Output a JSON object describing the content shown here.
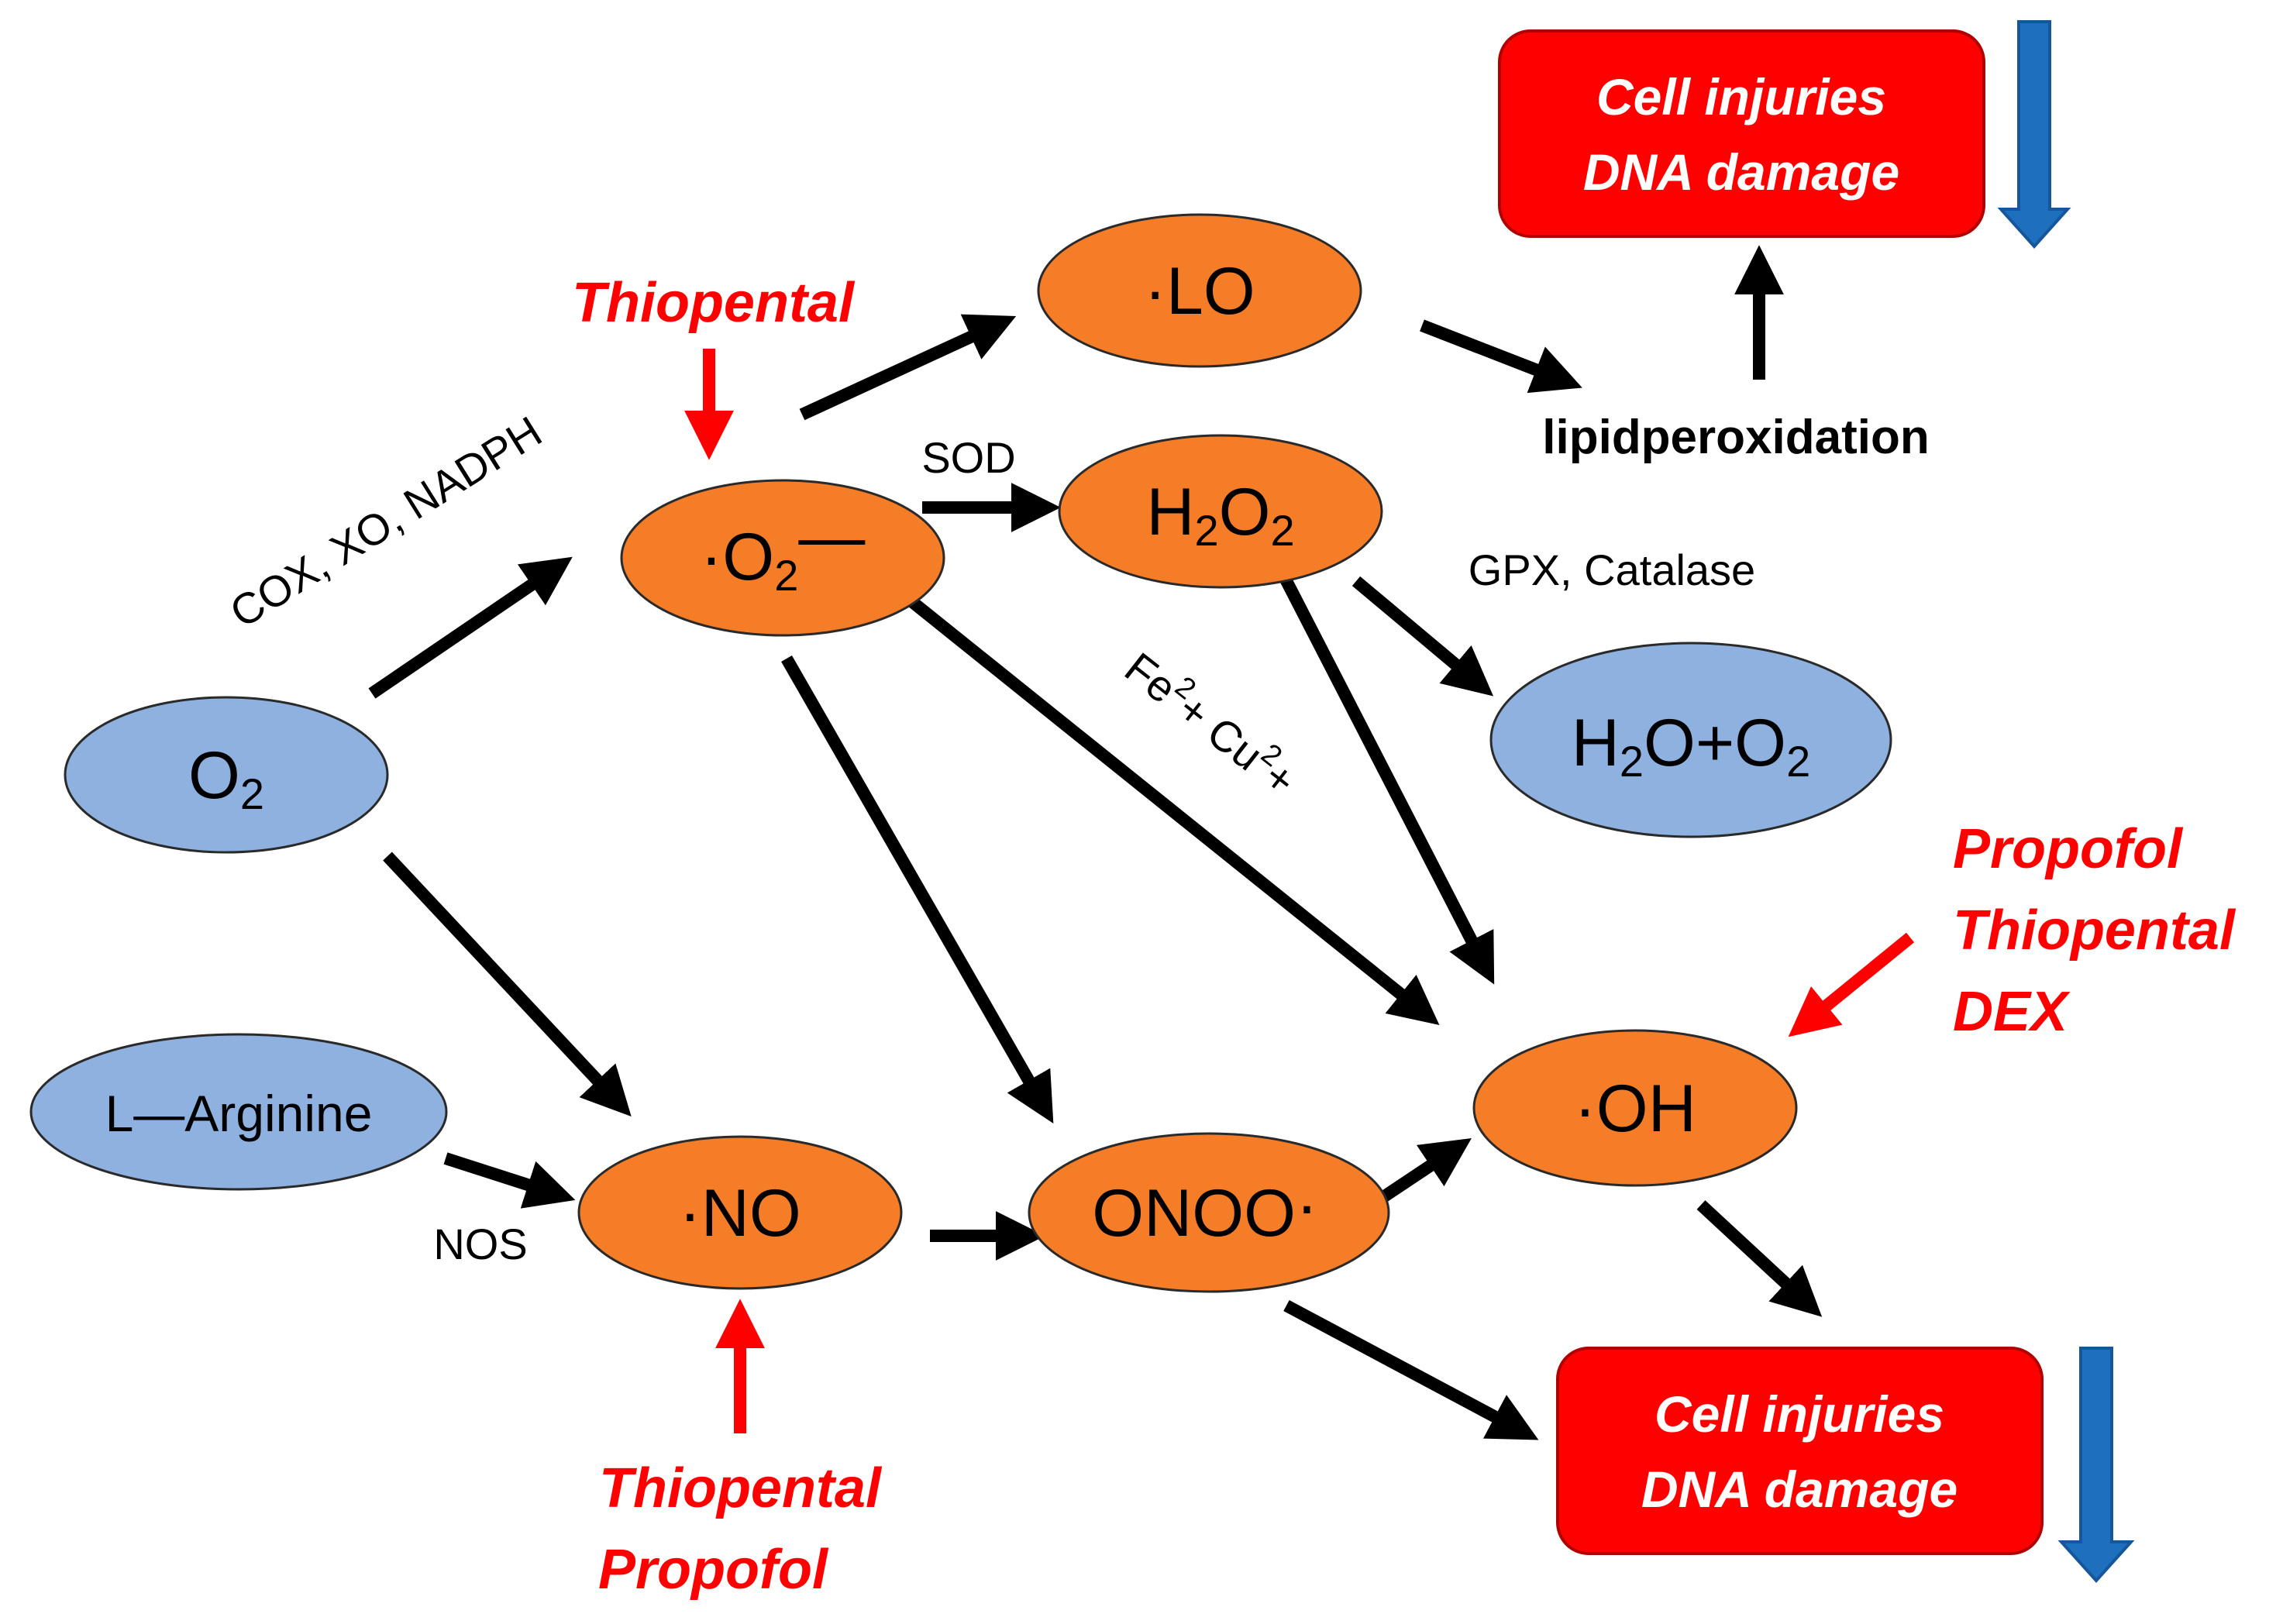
{
  "colors": {
    "blue_node": "#8eb1e0",
    "orange_node": "#f57d28",
    "red_box": "#ff0000",
    "blue_arrow": "#1f6fbf",
    "red_text": "#ff0000",
    "black_arrow": "#000000"
  },
  "nodes": {
    "o2": {
      "base": "O",
      "sub": "2"
    },
    "larginine": {
      "text": "L—Arginine"
    },
    "superoxide": {
      "pre": "·O",
      "sub": "2",
      "post": "—"
    },
    "lo": {
      "text": "·LO"
    },
    "h2o2": {
      "a": "H",
      "sub1": "2",
      "b": "O",
      "sub2": "2"
    },
    "h2oo2": {
      "a": "H",
      "sub1": "2",
      "b": "O+O",
      "sub2": "2"
    },
    "no": {
      "text": "·NO"
    },
    "onoo": {
      "text": "ONOO",
      "post": "·"
    },
    "oh": {
      "text": "·OH"
    }
  },
  "labels": {
    "enzymes_o2": "COX, XO, NADPH",
    "sod": "SOD",
    "gpx": "GPX, Catalase",
    "metals": {
      "fe": "Fe",
      "fe_sup": "2",
      "plus1": "+ Cu",
      "cu_sup": "2",
      "plus2": "+"
    },
    "nos": "NOS",
    "lipid": "lipidperoxidation"
  },
  "drugs": {
    "top": "Thiopental",
    "bottom_line1": "Thiopental",
    "bottom_line2": "Propofol",
    "right_line1": "Propofol",
    "right_line2": "Thiopental",
    "right_line3": "DEX"
  },
  "outcomes": {
    "top": {
      "line1": "Cell injuries",
      "line2": "DNA damage"
    },
    "bottom": {
      "line1": "Cell injuries",
      "line2": "DNA damage"
    }
  }
}
